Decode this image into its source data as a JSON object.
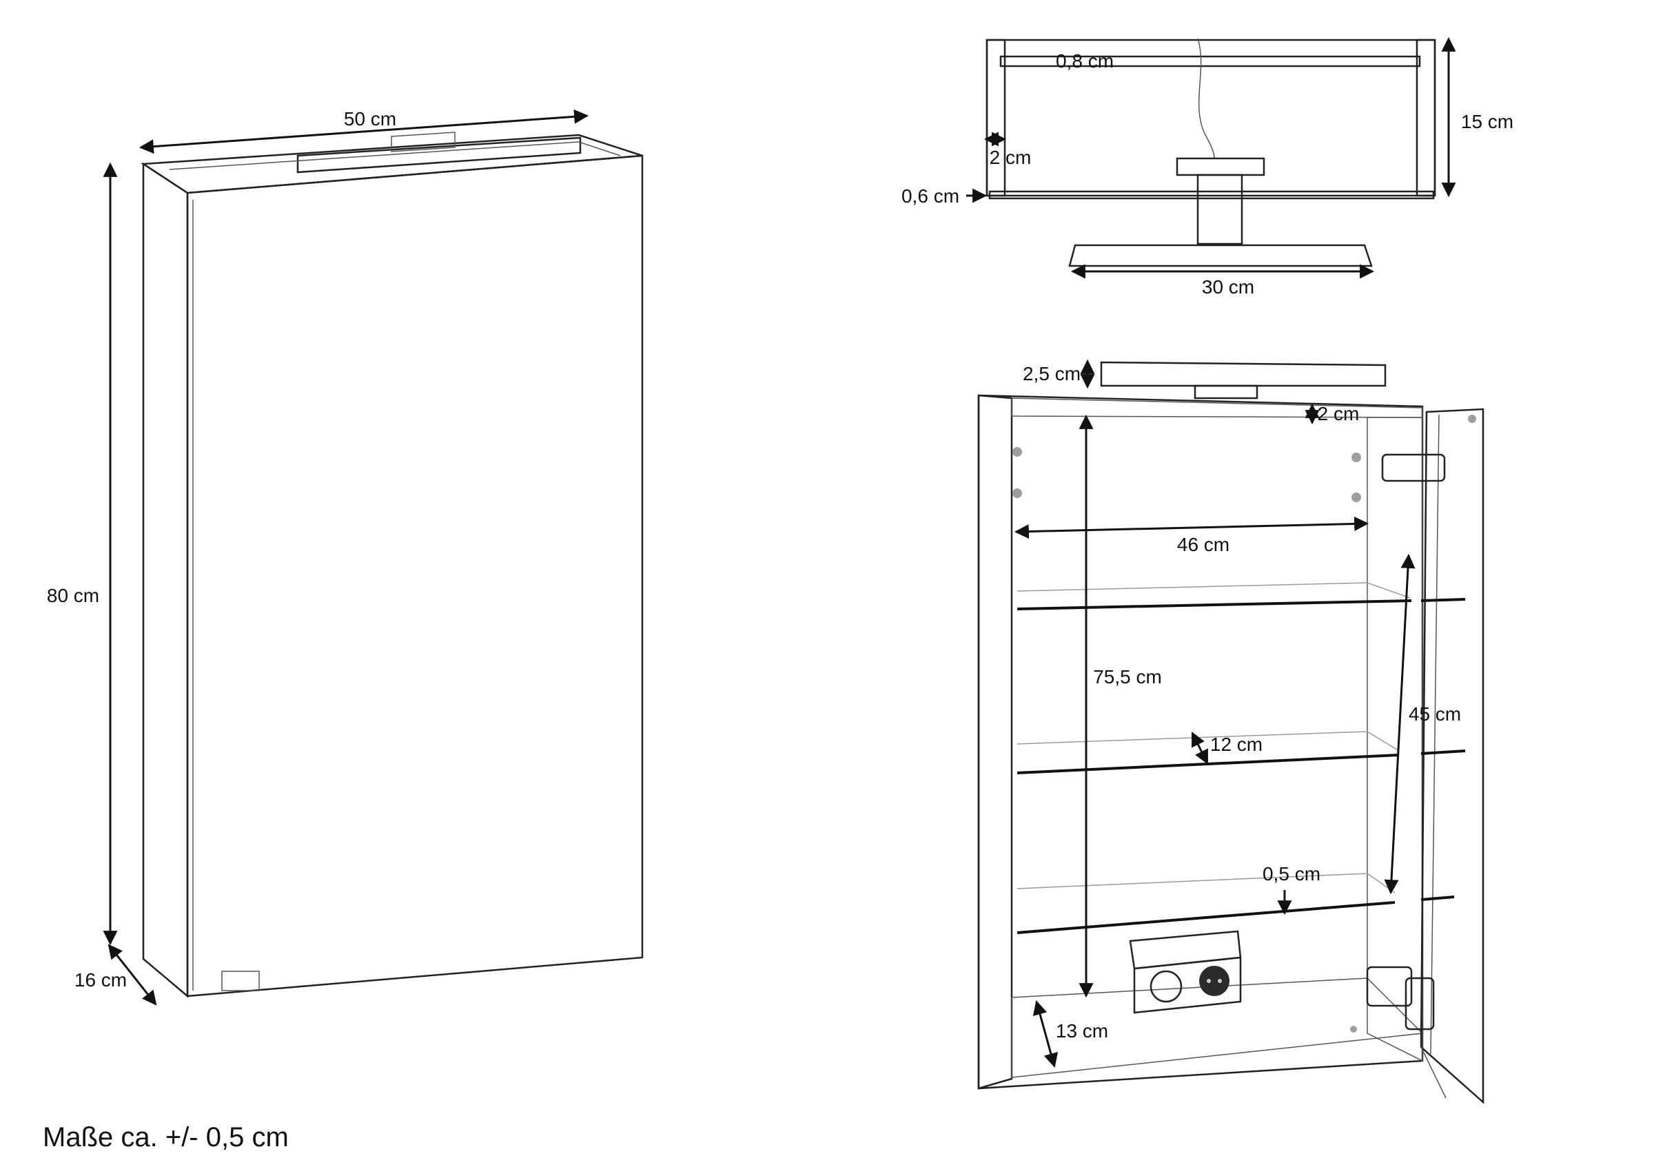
{
  "labels": {
    "front_width": "50 cm",
    "front_height": "80 cm",
    "front_depth": "16 cm",
    "top_panel": "0,8 cm",
    "top_height": "15 cm",
    "top_side": "2 cm",
    "top_back": "0,6 cm",
    "top_lamp": "30 cm",
    "lamp_height": "2,5 cm",
    "inner_top": "2 cm",
    "inner_width": "46 cm",
    "inner_height": "75,5 cm",
    "door_height": "45 cm",
    "shelf_depth": "12 cm",
    "shelf_thickness": "0,5 cm",
    "bottom_depth": "13 cm"
  },
  "footer": {
    "tolerance_note": "Maße ca. +/- 0,5 cm"
  },
  "colors": {
    "line": "#222222",
    "text": "#111111",
    "panel_fill": "#f3f3f3",
    "shade": "#d6d6d6"
  }
}
